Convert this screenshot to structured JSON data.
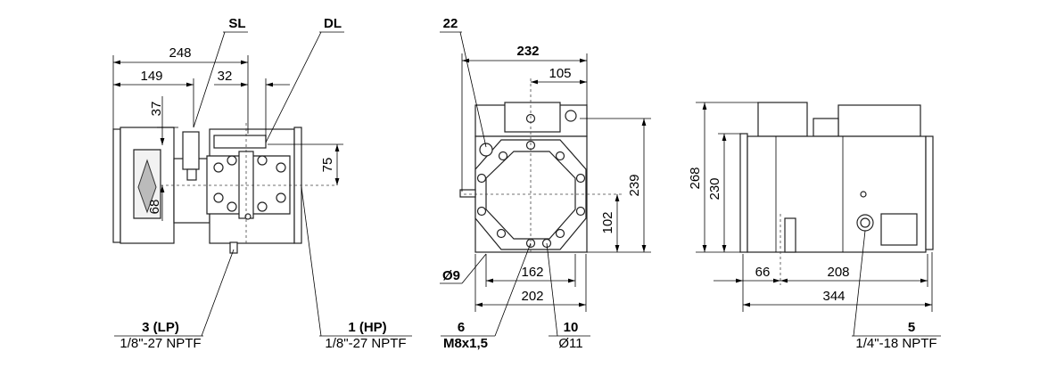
{
  "labels": {
    "sl": "SL",
    "dl": "DL",
    "lp_num": "3 (LP)",
    "lp_thread": "1/8\"-27 NPTF",
    "hp_num": "1 (HP)",
    "hp_thread": "1/8\"-27 NPTF",
    "pos22": "22",
    "pos6": "6",
    "pos6_thread": "M8x1,5",
    "pos10": "10",
    "pos10_dia": "Ø11",
    "dia9": "Ø9",
    "pos5": "5",
    "pos5_thread": "1/4\"-18 NPTF"
  },
  "dimensions": {
    "side": {
      "d248": "248",
      "d149": "149",
      "d32": "32",
      "d37": "37",
      "d75": "75",
      "d68": "68"
    },
    "front": {
      "d232": "232",
      "d105": "105",
      "d239": "239",
      "d102": "102",
      "d162": "162",
      "d202": "202"
    },
    "rear": {
      "d268": "268",
      "d230": "230",
      "d66": "66",
      "d208": "208",
      "d344": "344"
    }
  }
}
